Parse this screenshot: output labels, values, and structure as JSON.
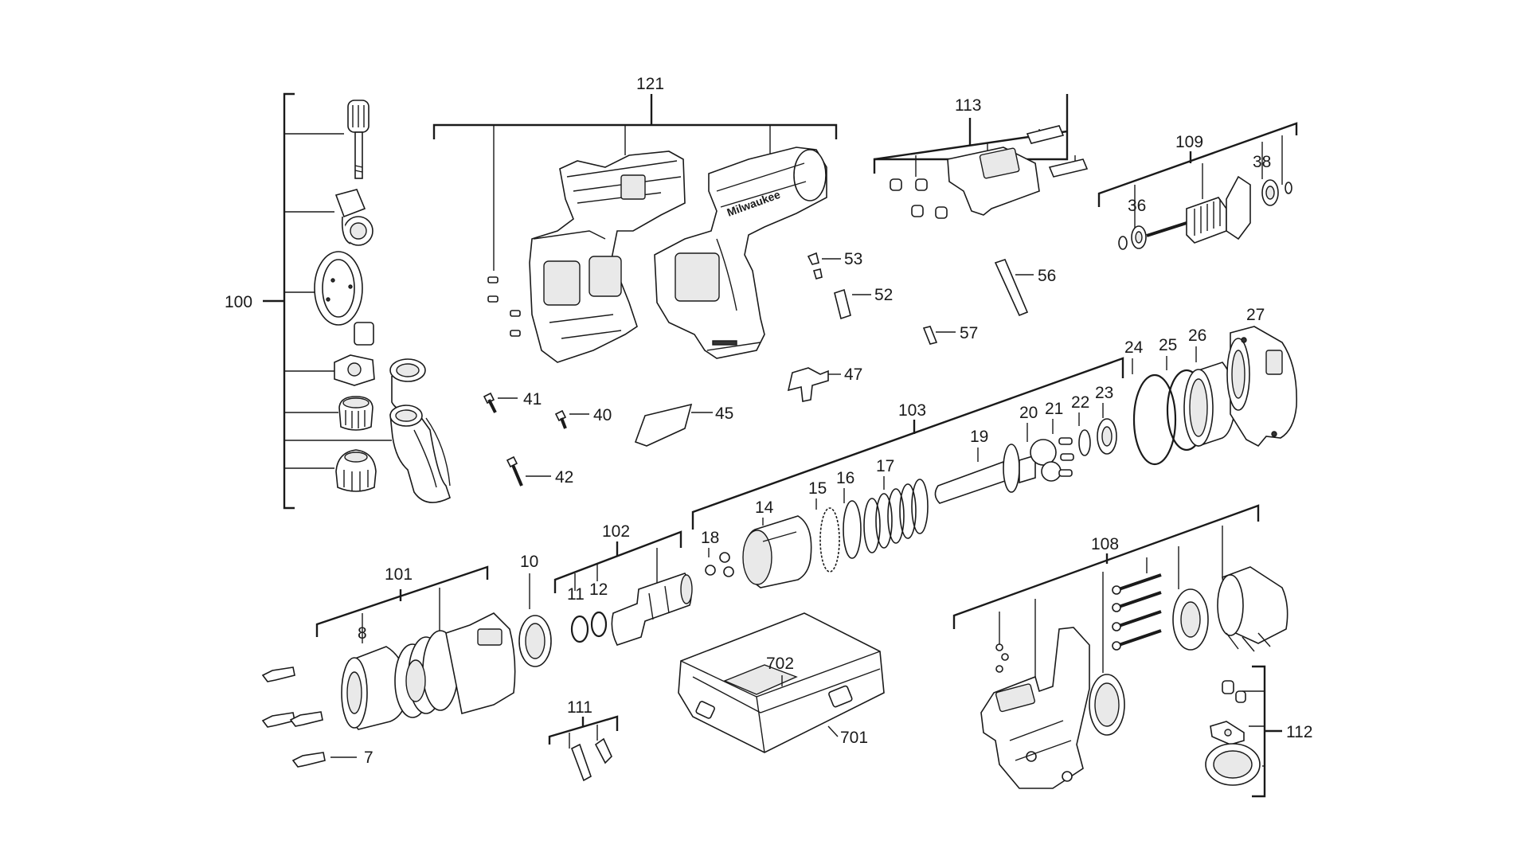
{
  "diagram": {
    "labels": {
      "l121": "121",
      "l113": "113",
      "l109": "109",
      "l38": "38",
      "l36": "36",
      "l100": "100",
      "l53": "53",
      "l52": "52",
      "l56": "56",
      "l57": "57",
      "l47": "47",
      "l41": "41",
      "l40": "40",
      "l45": "45",
      "l42": "42",
      "l103": "103",
      "l24": "24",
      "l25": "25",
      "l26": "26",
      "l27": "27",
      "l19": "19",
      "l20": "20",
      "l21": "21",
      "l22": "22",
      "l23": "23",
      "l17": "17",
      "l16": "16",
      "l15": "15",
      "l14": "14",
      "l18": "18",
      "l102": "102",
      "l11": "11",
      "l12": "12",
      "l10": "10",
      "l101": "101",
      "l8": "8",
      "l7": "7",
      "l108": "108",
      "l702": "702",
      "l701": "701",
      "l111": "111",
      "l112": "112"
    },
    "logo_text": "Milwaukee"
  }
}
